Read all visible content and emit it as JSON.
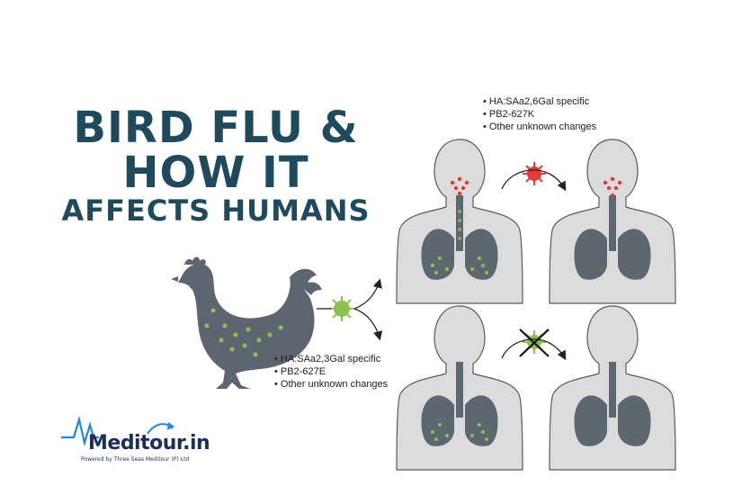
{
  "title": {
    "line1": "BIRD FLU &",
    "line2": "HOW IT",
    "line3": "AFFECTS HUMANS"
  },
  "human_adapted_notes": [
    "HA:SAa2,6Gal specific",
    "PB2-627K",
    "Other unknown changes"
  ],
  "avian_notes": [
    "HA:SAa2,3Gal specific",
    "PB2-627E",
    "Other unknown changes"
  ],
  "logo": {
    "name": "Meditour.in",
    "tagline": "Powered by Three Seas Meditour (P) Ltd"
  },
  "colors": {
    "title": "#1f4a5c",
    "body_fill": "#dcdcdc",
    "body_stroke": "#5a5a5a",
    "lung_fill": "#5c6770",
    "chicken_fill": "#5d6670",
    "avian_virus": "#8cc152",
    "human_virus": "#e53935",
    "logo_blue": "#1e88e5"
  }
}
